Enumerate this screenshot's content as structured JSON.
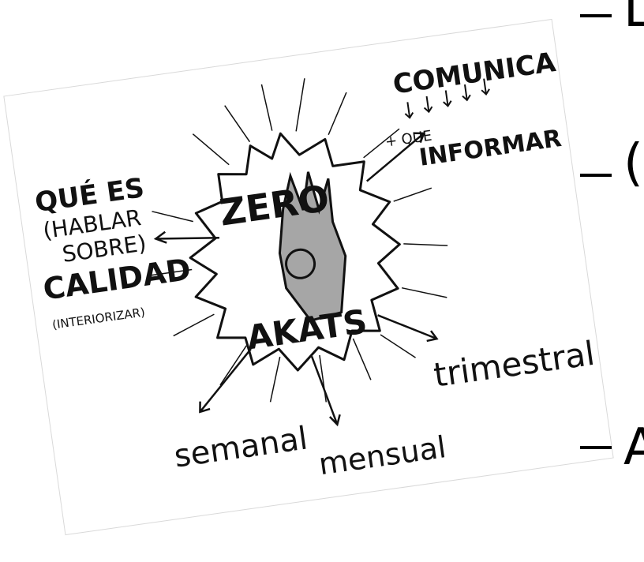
{
  "diagram": {
    "center_top": "ZERO",
    "center_bottom": "AKATS",
    "left_block": [
      "QUÉ ES",
      "(HABLAR",
      "SOBRE)",
      "CALIDAD"
    ],
    "left_note": "(INTERIORIZAR)",
    "top_right_title": "COMUNICAR",
    "top_right_sub_a": "+ QUE",
    "top_right_sub_b": "INFORMAR",
    "bottom_left": "semanal",
    "bottom_center": "mensual",
    "bottom_right": "trimestral"
  },
  "colors": {
    "ink": "#111111",
    "hand_fill": "#a6a6a6",
    "paper": "#ffffff"
  },
  "right_edge": {
    "char_top": "L",
    "char_mid": "(",
    "char_bottom": "A"
  }
}
